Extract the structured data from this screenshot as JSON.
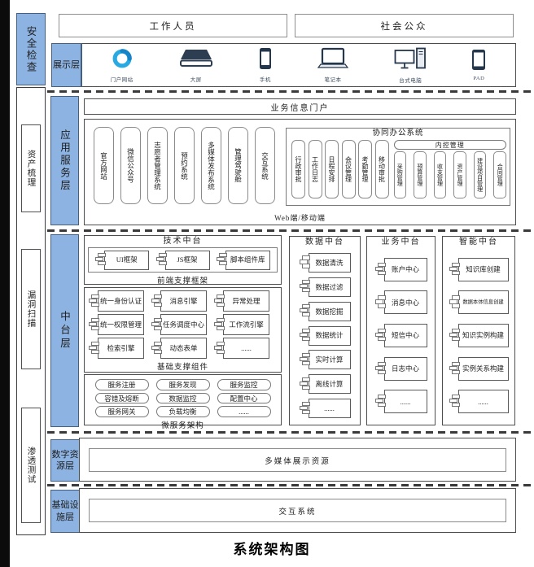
{
  "title": "系统架构图",
  "security": {
    "header": "安全检查",
    "items": [
      "资产梳理",
      "漏洞扫描",
      "渗透测试"
    ]
  },
  "actors": {
    "staff": "工作人员",
    "public": "社会公众"
  },
  "display_layer": {
    "label": "展示层",
    "devices": [
      {
        "icon": "portal-icon",
        "label": "门户网站"
      },
      {
        "icon": "bigscreen-icon",
        "label": "大屏"
      },
      {
        "icon": "phone-icon",
        "label": "手机"
      },
      {
        "icon": "laptop-icon",
        "label": "笔记本"
      },
      {
        "icon": "desktop-icon",
        "label": "台式电脑"
      },
      {
        "icon": "pad-icon",
        "label": "PAD"
      }
    ]
  },
  "app_layer": {
    "label": "应用服务层",
    "portal_header": "业务信息门户",
    "systems": [
      "官方网站",
      "微信公众号",
      "志愿者管理系统",
      "预约系统",
      "多媒体发布系统",
      "管理驾驶舱",
      "交互系统"
    ],
    "oa": {
      "title": "协同办公系统",
      "items": [
        "行政审批",
        "工作日志",
        "日程安排",
        "会议管理",
        "考勤管理",
        "移动审批"
      ],
      "internal_control": {
        "title": "内控管理",
        "items": [
          "采购管理",
          "预算管理",
          "收支管理",
          "资产管理",
          "建设项目管理",
          "合同管理"
        ]
      }
    },
    "footer": "Web端/移动端"
  },
  "middle_layer": {
    "label": "中台层",
    "tech": {
      "title": "技术中台",
      "items": [
        "UI框架",
        "JS框架",
        "脚本组件库"
      ],
      "footer": "前端支撑框架"
    },
    "base": {
      "footer": "基础支撑组件",
      "items": [
        "统一身份认证",
        "消息引擎",
        "异常处理",
        "统一权限管理",
        "任务调度中心",
        "工作流引擎",
        "检索引擎",
        "动态表单",
        "......"
      ]
    },
    "micro": {
      "footer": "微服务架构",
      "items": [
        "服务注册",
        "服务发现",
        "服务监控",
        "容错及熔断",
        "数据监控",
        "配置中心",
        "服务网关",
        "负载均衡",
        "......"
      ]
    },
    "data": {
      "title": "数据中台",
      "items": [
        "数据清洗",
        "数据过滤",
        "数据挖掘",
        "数据统计",
        "实时计算",
        "离线计算",
        "......"
      ]
    },
    "business": {
      "title": "业务中台",
      "items": [
        "账户中心",
        "消息中心",
        "短信中心",
        "日志中心",
        "......"
      ]
    },
    "intelligent": {
      "title": "智能中台",
      "items": [
        "知识库创建",
        "数据本体信息创建",
        "知识实例构建",
        "实例关系构建",
        "......"
      ]
    }
  },
  "resource_layer": {
    "label": "数字资源层",
    "content": "多媒体展示资源"
  },
  "infra_layer": {
    "label": "基础设施层",
    "content": "交互系统"
  },
  "colors": {
    "layer_blue": "#8db3e2",
    "portal_blue": "#29a9e1",
    "icon_dark": "#24374c",
    "dash": "#3a3a3a"
  }
}
